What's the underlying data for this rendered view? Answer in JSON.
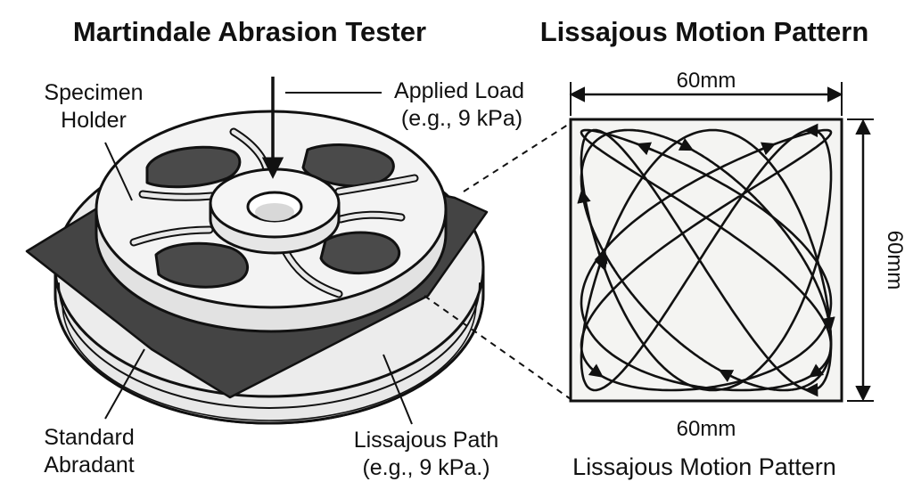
{
  "titles": {
    "left": "Martindale Abrasion Tester",
    "right": "Lissajous Motion Pattern"
  },
  "labels": {
    "specimen_holder": [
      "Specimen",
      "Holder"
    ],
    "applied_load": [
      "Applied Load",
      "(e.g., 9 kPa)"
    ],
    "standard_abradant": [
      "Standard",
      "Abradant"
    ],
    "lissajous_path": [
      "Lissajous Path",
      "(e.g., 9 kPa.)"
    ]
  },
  "dimensions": {
    "top": "60mm",
    "right": "60mm",
    "bottom": "60mm"
  },
  "caption": "Lissajous Motion Pattern",
  "colors": {
    "ink": "#111111",
    "abradant": "#444444",
    "holder": "#f2f2f2",
    "base": "#e6e6e6",
    "pattern_bg": "#f4f4f2"
  }
}
